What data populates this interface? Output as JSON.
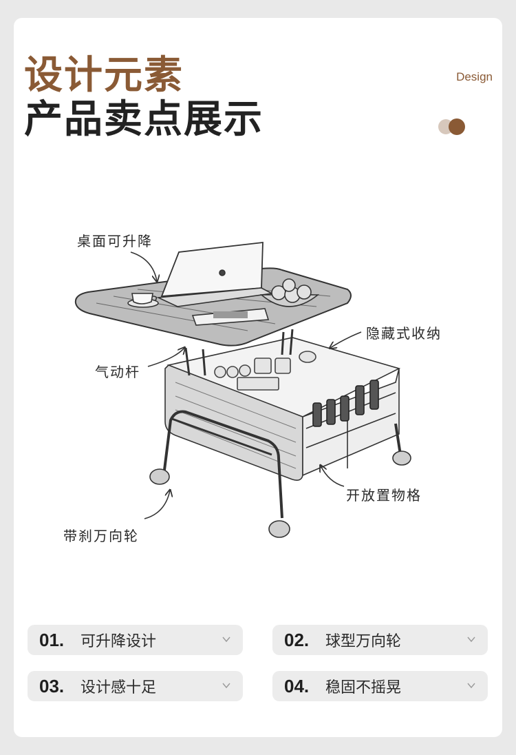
{
  "header": {
    "title_line1": "设计元素",
    "title_line2": "产品卖点展示",
    "design_tag": "Design"
  },
  "callouts": {
    "lift_top": "桌面可升降",
    "gas_strut": "气动杆",
    "hidden_storage": "隐藏式收纳",
    "open_shelf": "开放置物格",
    "brake_wheels": "带刹万向轮"
  },
  "features": [
    {
      "num": "01.",
      "label": "可升降设计"
    },
    {
      "num": "02.",
      "label": "球型万向轮"
    },
    {
      "num": "03.",
      "label": "设计感十足"
    },
    {
      "num": "04.",
      "label": "稳固不摇晃"
    }
  ],
  "colors": {
    "accent": "#8a5a35",
    "accent_light": "#d7c8bc",
    "pill_bg": "#ececec",
    "page_bg": "#e9e9e9"
  }
}
